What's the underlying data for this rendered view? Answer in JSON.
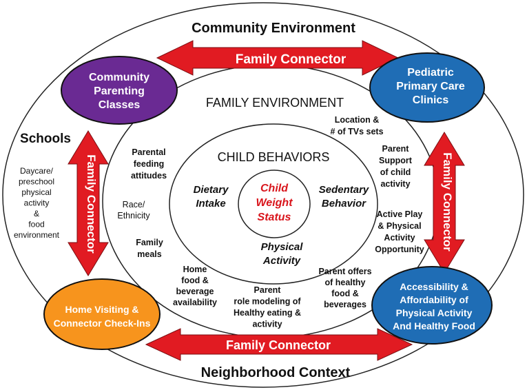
{
  "outer_ring": {
    "top_label": "Community Environment",
    "bottom_label": "Neighborhood Context",
    "left_heading": "Schools",
    "left_text": [
      "Daycare/",
      "preschool",
      "physical",
      "activity",
      "&",
      "food",
      "environment"
    ]
  },
  "family_ring": {
    "heading": "FAMILY ENVIRONMENT",
    "factors": {
      "tv": [
        "Location &",
        "# of TVs sets"
      ],
      "parent_support": [
        "Parent",
        "Support",
        "of child",
        "activity"
      ],
      "feeding": [
        "Parental",
        "feeding",
        "attitudes"
      ],
      "race": [
        "Race/",
        "Ethnicity"
      ],
      "meals": [
        "Family",
        "meals"
      ],
      "active_play": [
        "Active Play",
        "& Physical",
        "Activity",
        "Opportunity"
      ],
      "parent_offers": [
        "Parent offers",
        "of healthy",
        "food &",
        "beverages"
      ],
      "home_food": [
        "Home",
        "food &",
        "beverage",
        "availability"
      ],
      "role_model": [
        "Parent",
        "role modeling of",
        "Healthy eating &",
        "activity"
      ]
    }
  },
  "child_ring": {
    "heading": "CHILD BEHAVIORS",
    "dietary": [
      "Dietary",
      "Intake"
    ],
    "sedentary": [
      "Sedentary",
      "Behavior"
    ],
    "physical": [
      "Physical",
      "Activity"
    ]
  },
  "center": {
    "lines": [
      "Child",
      "Weight",
      "Status"
    ]
  },
  "nodes": {
    "parenting": {
      "lines": [
        "Community",
        "Parenting",
        "Classes"
      ],
      "color": "#6a2a93"
    },
    "pediatric": {
      "lines": [
        "Pediatric",
        "Primary Care",
        "Clinics"
      ],
      "color": "#1f6db5"
    },
    "home_visit": {
      "lines": [
        "Home Visiting &",
        "Connector Check-Ins"
      ],
      "color": "#f7941d"
    },
    "access": {
      "lines": [
        "Accessibility &",
        "Affordability of",
        "Physical Activity",
        "And Healthy Food"
      ],
      "color": "#1f6db5"
    }
  },
  "connectors": {
    "top": "Family Connector",
    "bottom": "Family Connector",
    "left": "Family Connector",
    "right": "Family Connector",
    "color": "#e11b22"
  }
}
